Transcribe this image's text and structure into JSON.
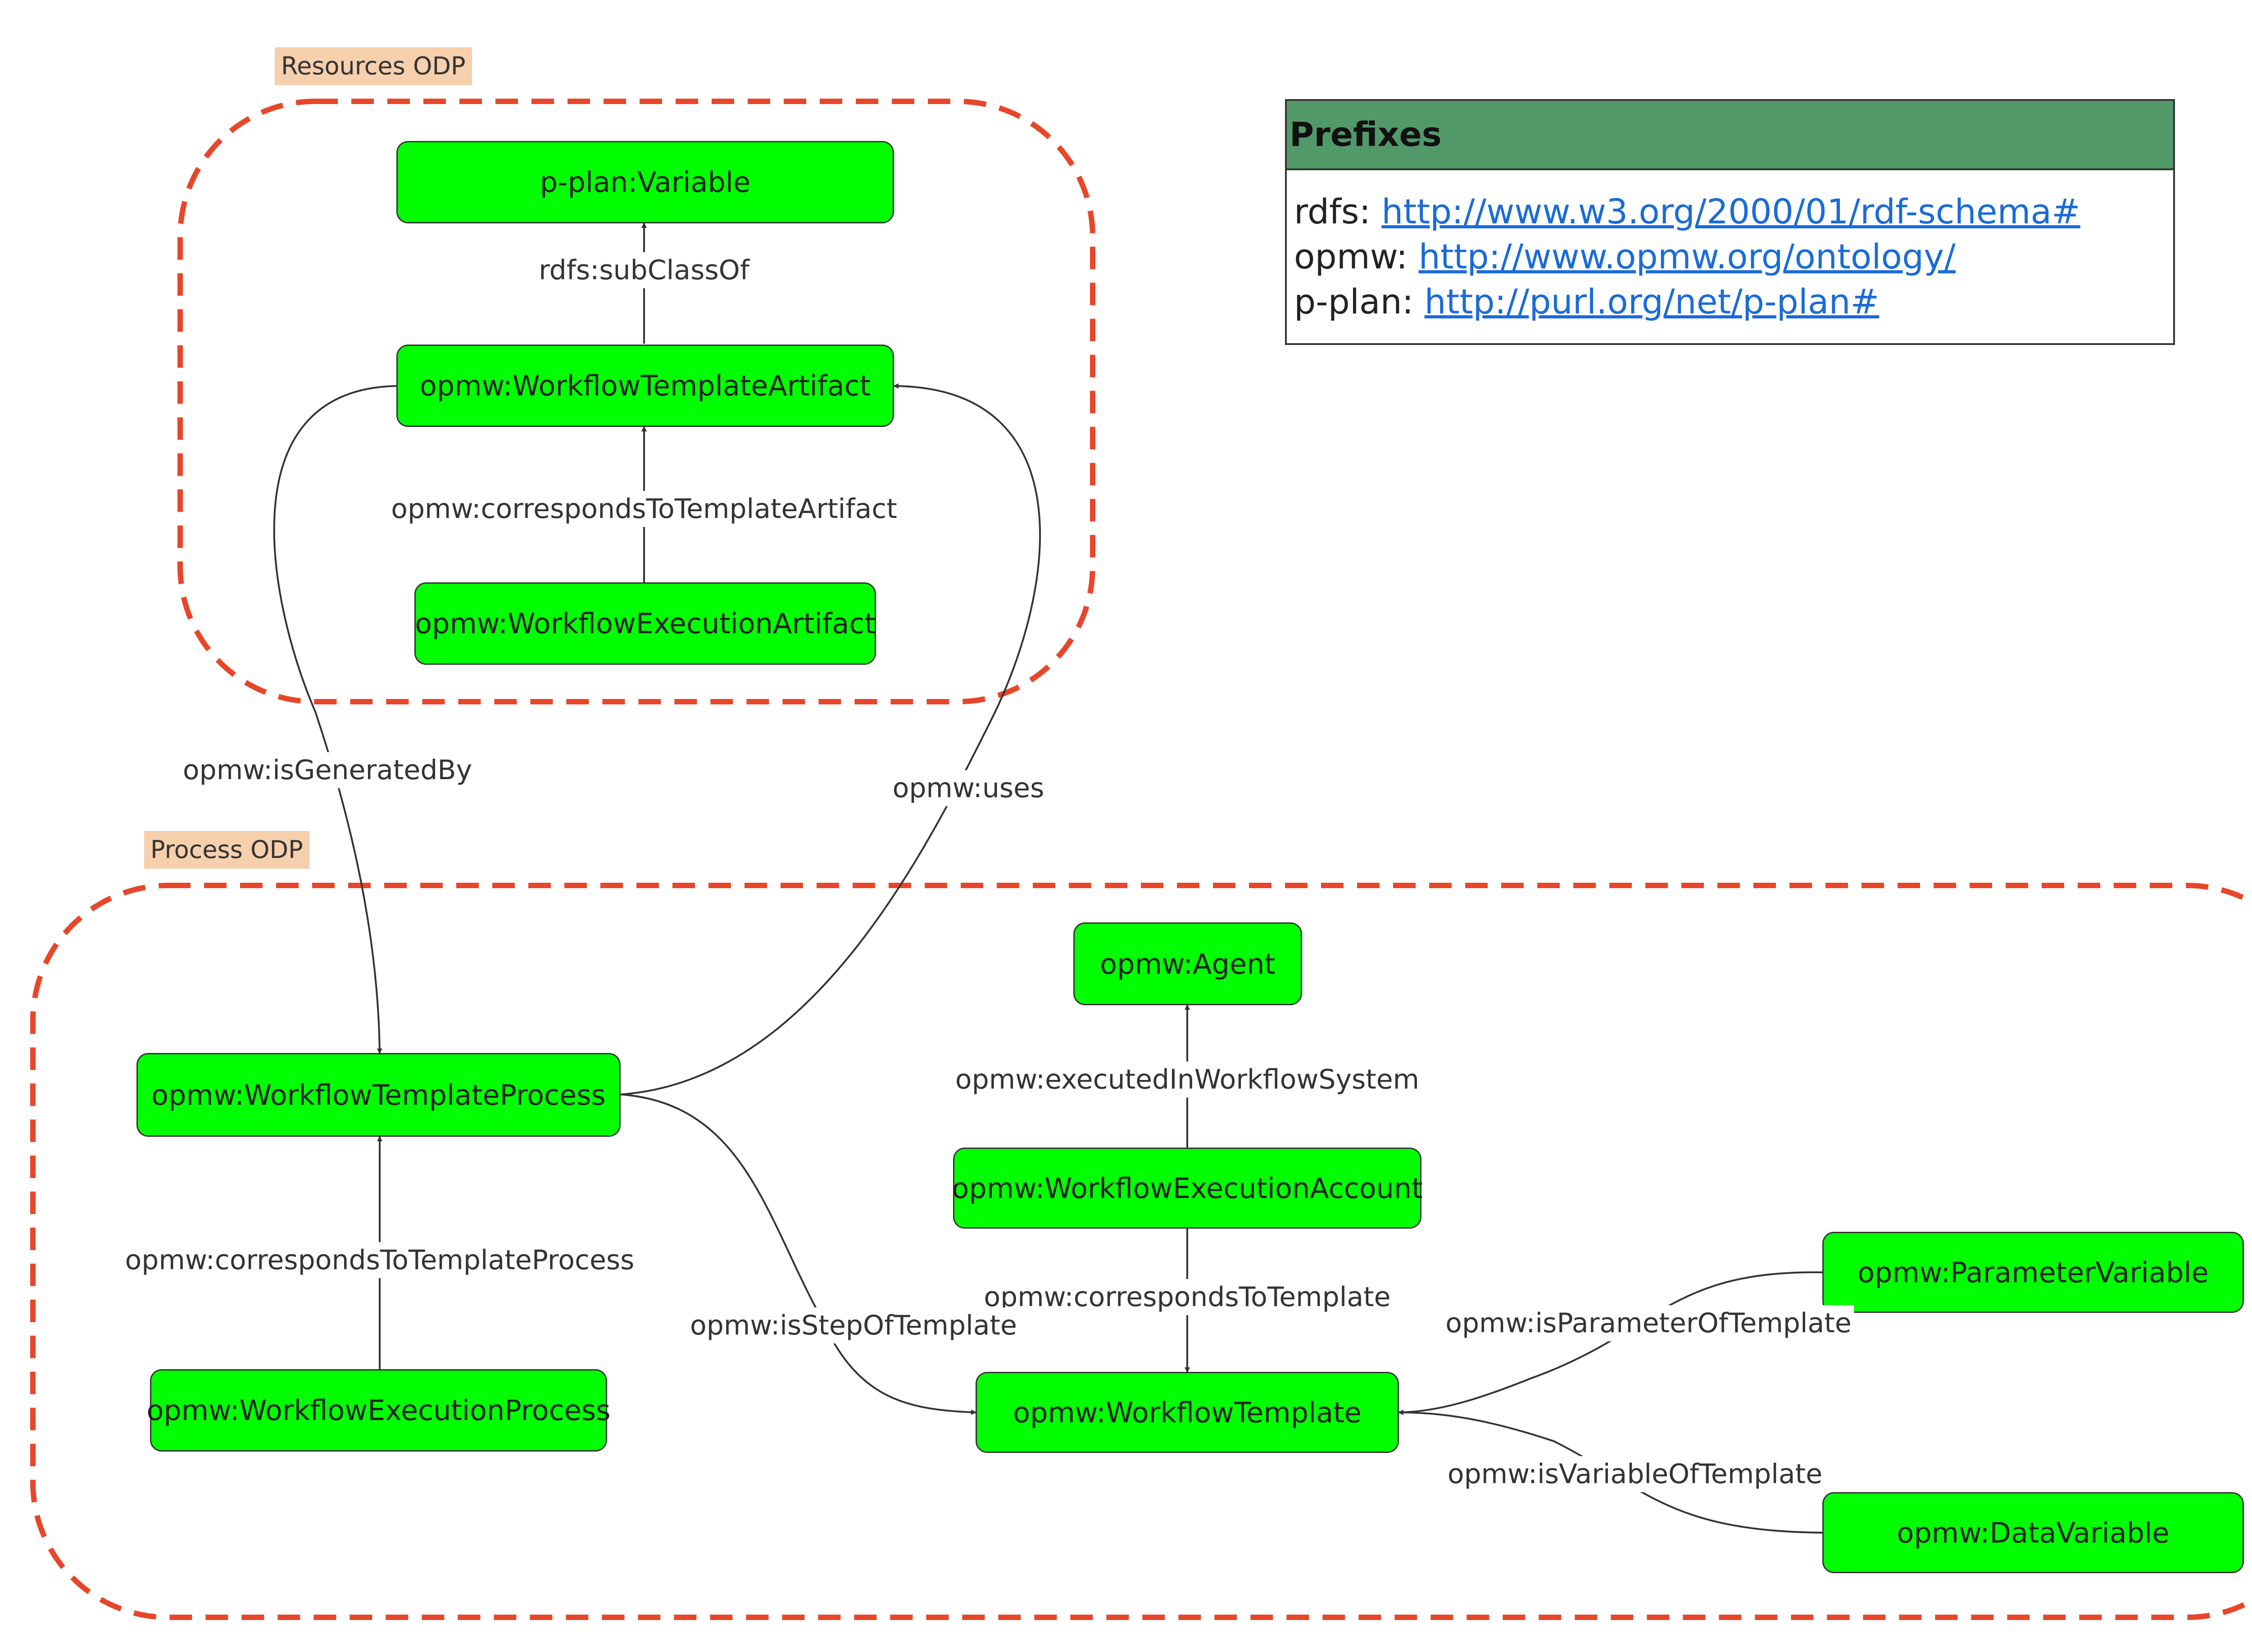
{
  "groups": {
    "resources": {
      "label": "Resources ODP"
    },
    "process": {
      "label": "Process ODP"
    }
  },
  "nodes": {
    "pplan_variable": "p-plan:Variable",
    "template_artifact": "opmw:WorkflowTemplateArtifact",
    "execution_artifact": "opmw:WorkflowExecutionArtifact",
    "template_process": "opmw:WorkflowTemplateProcess",
    "execution_process": "opmw:WorkflowExecutionProcess",
    "agent": "opmw:Agent",
    "execution_account": "opmw:WorkflowExecutionAccount",
    "workflow_template": "opmw:WorkflowTemplate",
    "parameter_variable": "opmw:ParameterVariable",
    "data_variable": "opmw:DataVariable"
  },
  "edges": {
    "subclassof": "rdfs:subClassOf",
    "corresponds_artifact": "opmw:correspondsToTemplateArtifact",
    "is_generated_by": "opmw:isGeneratedBy",
    "uses": "opmw:uses",
    "executed_in": "opmw:executedInWorkflowSystem",
    "corresponds_process": "opmw:correspondsToTemplateProcess",
    "corresponds_template": "opmw:correspondsToTemplate",
    "is_step_of": "opmw:isStepOfTemplate",
    "is_parameter_of": "opmw:isParameterOfTemplate",
    "is_variable_of": "opmw:isVariableOfTemplate"
  },
  "prefixes": {
    "title": "Prefixes",
    "rows": [
      {
        "prefix": "rdfs:",
        "uri": "http://www.w3.org/2000/01/rdf-schema#"
      },
      {
        "prefix": "opmw:",
        "uri": "http://www.opmw.org/ontology/"
      },
      {
        "prefix": "p-plan:",
        "uri": "http://purl.org/net/p-plan#"
      }
    ]
  },
  "colors": {
    "node_fill": "#00ff00",
    "group_border": "#e8462a",
    "group_label_bg": "#f6cfad",
    "prefix_header": "#52996a",
    "link": "#1a6bd9"
  }
}
